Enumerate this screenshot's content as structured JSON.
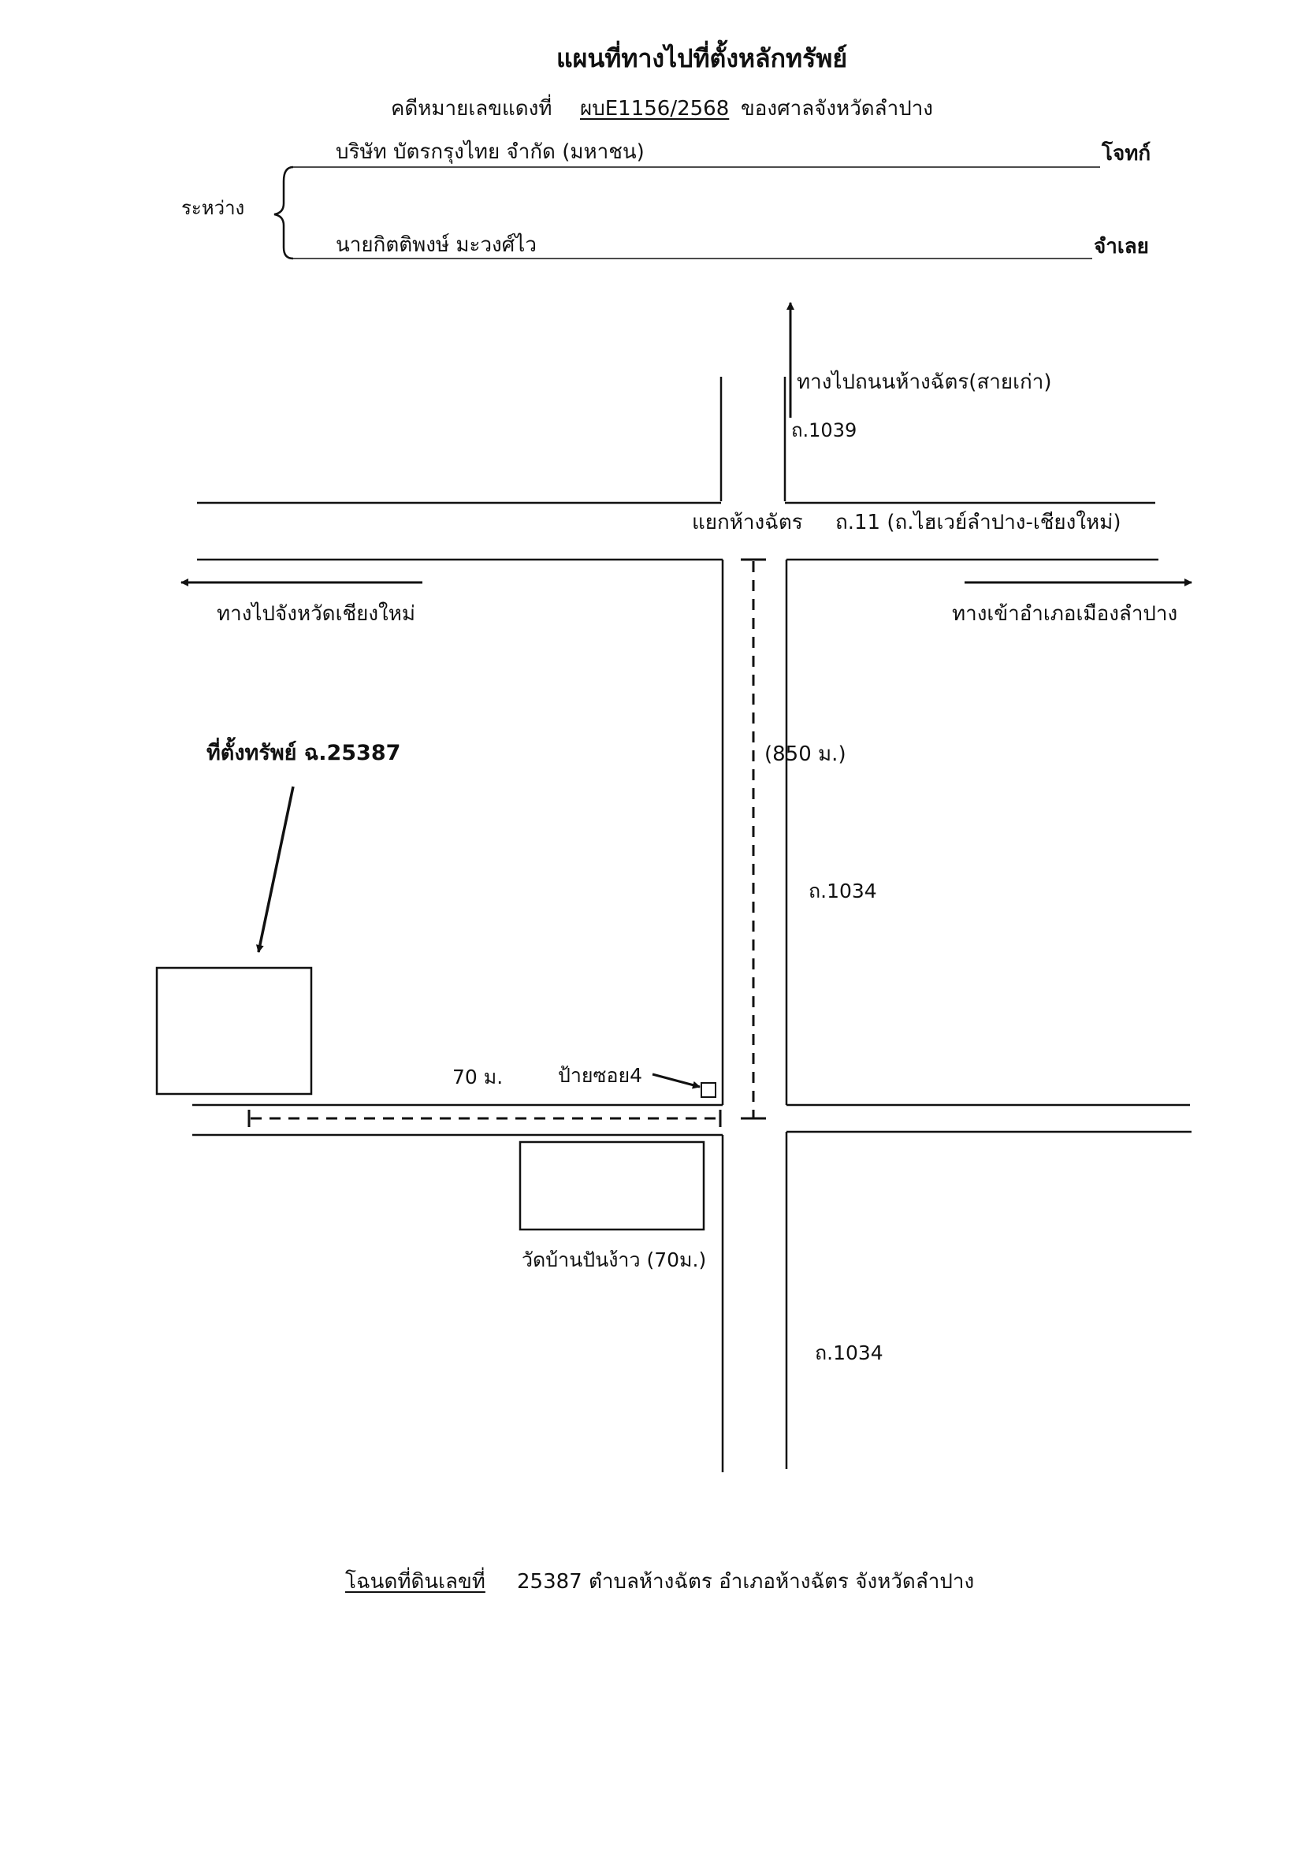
{
  "header": {
    "title": "แผนที่ทางไปที่ตั้งหลักทรัพย์",
    "case_prefix": "คดีหมายเลขแดงที่",
    "case_number": "ผบE1156/2568",
    "court": "ของศาลจังหวัดลำปาง",
    "between_label": "ระหว่าง",
    "plaintiff_name": "บริษัท บัตรกรุงไทย จำกัด (มหาชน)",
    "plaintiff_role": "โจทก์",
    "defendant_name": "นายกิตติพงษ์  มะวงศ์ไว",
    "defendant_role": "จำเลย"
  },
  "map": {
    "to_old_road": "ทางไปถนนห้างฉัตร(สายเก่า)",
    "road_1039": "ถ.1039",
    "junction": "แยกห้างฉัตร",
    "highway_11": "ถ.11 (ถ.ไฮเวย์ลำปาง-เชียงใหม่)",
    "to_chiangmai": "ทางไปจังหวัดเชียงใหม่",
    "to_lampang": "ทางเข้าอำเภอเมืองลำปาง",
    "property_label": "ที่ตั้งทรัพย์ ฉ.25387",
    "distance_850": "(850 ม.)",
    "road_1034_upper": "ถ.1034",
    "distance_70": "70 ม.",
    "soi_sign": "ป้ายซอย4",
    "temple": "วัดบ้านปันง้าว (70ม.)",
    "road_1034_lower": "ถ.1034"
  },
  "footer": {
    "deed_label": "โฉนดที่ดินเลขที่",
    "deed_detail": "25387 ตำบลห้างฉัตร อำเภอห้างฉัตร จังหวัดลำปาง"
  }
}
